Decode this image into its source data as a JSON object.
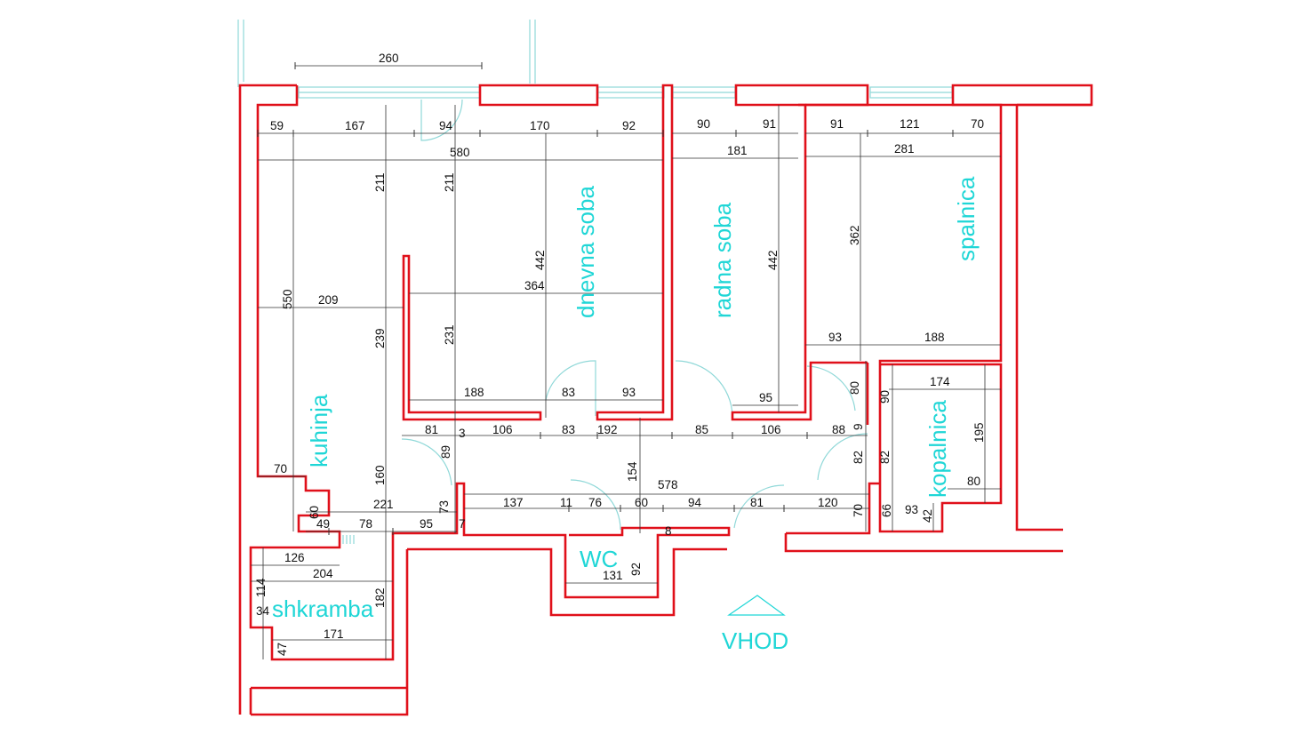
{
  "rooms": {
    "dnevna": "dnevna soba",
    "radna": "radna soba",
    "spalnica": "spalnica",
    "kuhinja": "kuhinja",
    "kopalnica": "kopalnica",
    "wc": "WC",
    "shkramba": "shkramba",
    "vhod": "VHOD"
  },
  "dimensions": [
    "260",
    "59",
    "167",
    "94",
    "170",
    "92",
    "90",
    "91",
    "91",
    "121",
    "70",
    "580",
    "181",
    "281",
    "211",
    "211",
    "442",
    "442",
    "362",
    "364",
    "550",
    "209",
    "239",
    "231",
    "93",
    "188",
    "188",
    "83",
    "93",
    "95",
    "174",
    "80",
    "90",
    "81",
    "106",
    "83",
    "192",
    "85",
    "106",
    "88",
    "9",
    "195",
    "89",
    "154",
    "82",
    "82",
    "70",
    "160",
    "578",
    "80",
    "137",
    "11",
    "76",
    "60",
    "94",
    "81",
    "120",
    "221",
    "73",
    "60",
    "49",
    "78",
    "95",
    "7",
    "70",
    "66",
    "93",
    "42",
    "3",
    "8",
    "126",
    "204",
    "131",
    "92",
    "114",
    "182",
    "34",
    "171",
    "47"
  ],
  "colors": {
    "wall": "#e0101a",
    "label": "#1fd6d6",
    "window": "#8fd8d8",
    "dimension": "#333333"
  }
}
